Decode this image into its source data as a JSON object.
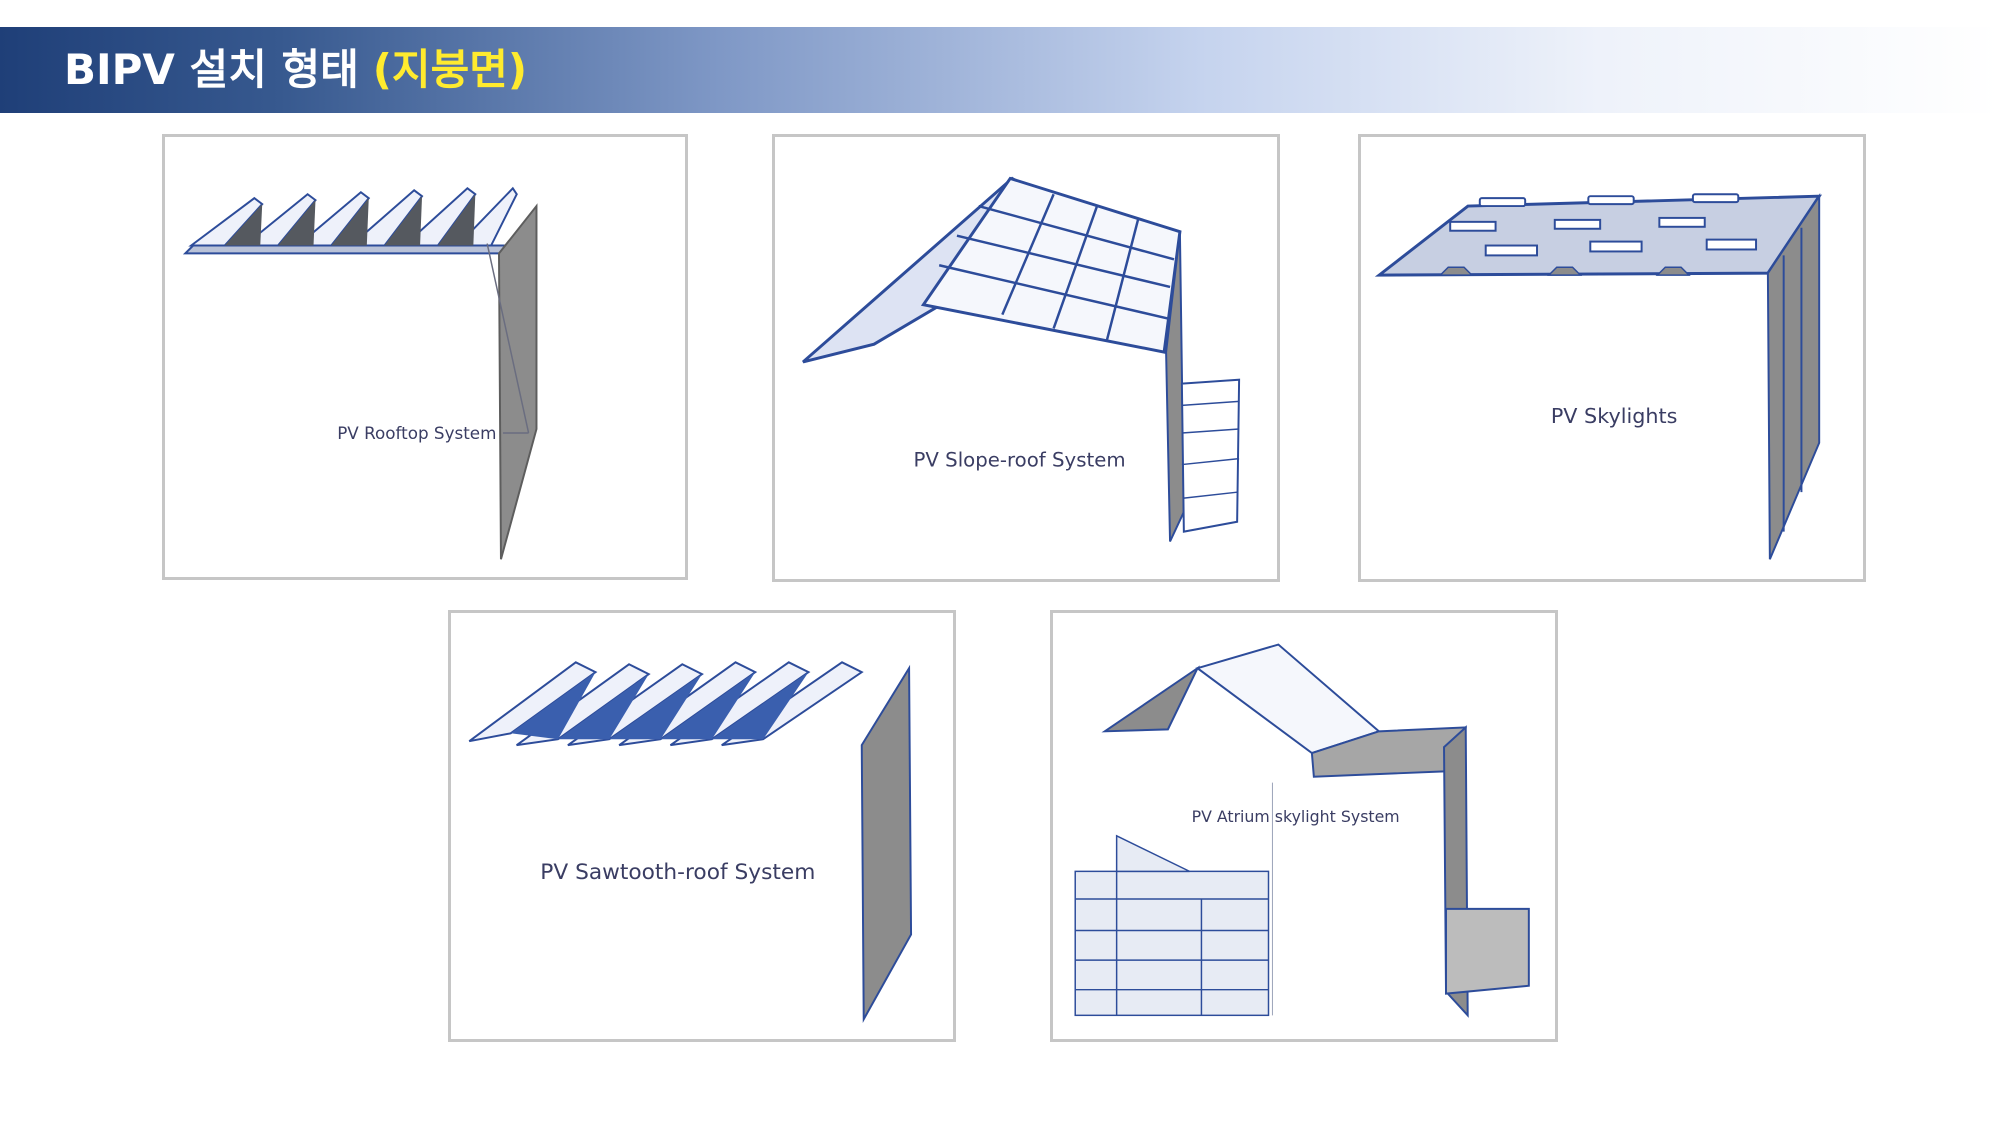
{
  "header": {
    "title_main": "BIPV 설치 형태",
    "title_highlight": "(지붕면)",
    "colors": {
      "bar_start": "#1f3f78",
      "bar_end": "#ffffff",
      "title_text": "#ffffff",
      "highlight_text": "#ffeb2e"
    }
  },
  "panels": [
    {
      "label": "PV Rooftop System"
    },
    {
      "label": "PV Slope-roof System"
    },
    {
      "label": "PV Skylights"
    },
    {
      "label": "PV Sawtooth-roof System"
    },
    {
      "label": "PV Atrium skylight System"
    }
  ],
  "colors": {
    "panel_border": "#c6c6c6",
    "wall_gray": "#8a8a8a",
    "pv_blue": "#2d4c9a",
    "pv_fill": "#eef1fa"
  }
}
